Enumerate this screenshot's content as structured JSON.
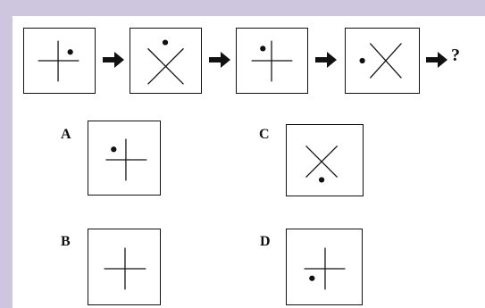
{
  "question": {
    "mark": "?"
  },
  "sequence": [
    {
      "figure": "plus",
      "dot": "upper-right"
    },
    {
      "figure": "cross",
      "dot": "top"
    },
    {
      "figure": "plus",
      "dot": "upper-left"
    },
    {
      "figure": "cross",
      "dot": "left"
    }
  ],
  "options": [
    {
      "label": "A",
      "figure": "plus",
      "dot": "upper-left"
    },
    {
      "label": "C",
      "figure": "cross",
      "dot": "bottom"
    },
    {
      "label": "B",
      "figure": "plus",
      "dot": "none"
    },
    {
      "label": "D",
      "figure": "plus",
      "dot": "lower-left"
    }
  ],
  "colors": {
    "background": "#cdc6de",
    "ink": "#111111"
  }
}
